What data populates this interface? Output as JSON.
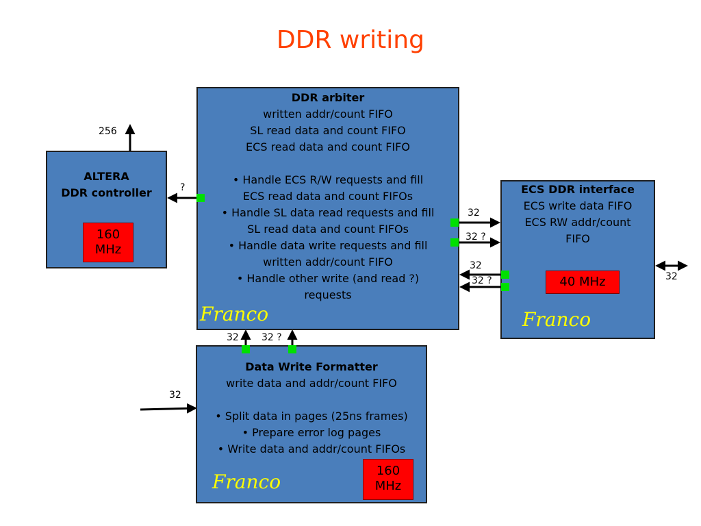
{
  "title": "DDR writing",
  "arbiter": {
    "heading": "DDR arbiter",
    "lines": [
      "written addr/count FIFO",
      "SL read data and count FIFO",
      "ECS read data and count FIFO",
      "",
      "• Handle ECS R/W requests and fill",
      "ECS read data and count FIFOs",
      "• Handle SL data read requests and fill",
      "SL read data and count FIFOs",
      "• Handle data write requests and fill",
      "written addr/count FIFO",
      "• Handle other write (and read ?)",
      "requests"
    ],
    "signature": "Franco"
  },
  "altera": {
    "heading_line1": "ALTERA",
    "heading_line2": "DDR controller",
    "freq_line1": "160",
    "freq_line2": "MHz"
  },
  "ecs": {
    "heading": "ECS DDR interface",
    "lines": [
      "ECS write data FIFO",
      "ECS RW addr/count",
      "FIFO"
    ],
    "freq": "40 MHz",
    "signature": "Franco"
  },
  "formatter": {
    "heading": "Data Write Formatter",
    "lines": [
      "write data and addr/count FIFO",
      "",
      "• Split data in pages (25ns frames)",
      "• Prepare error log pages",
      "• Write data and addr/count FIFOs"
    ],
    "freq_line1": "160",
    "freq_line2": "MHz",
    "signature": "Franco"
  },
  "labels": {
    "altera_top": "256",
    "altera_link": "?",
    "ecs_out1": "32",
    "ecs_out2": "32 ?",
    "ecs_in1": "32",
    "ecs_in2": "32 ?",
    "ecs_ext": "32",
    "fmt_up1": "32",
    "fmt_up2": "32 ?",
    "fmt_in": "32"
  },
  "colors": {
    "title": "#ff4000",
    "box_fill": "#4a7ebb",
    "freq_fill": "#ff0000",
    "port": "#00e000",
    "signature": "#ffff00"
  }
}
